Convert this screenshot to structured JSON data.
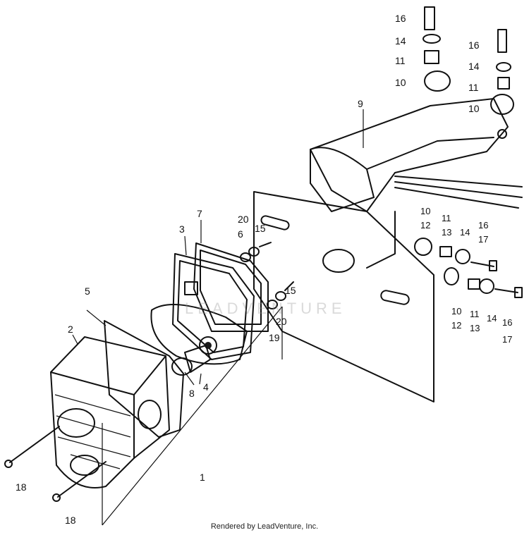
{
  "watermark": "LEADVENTURE",
  "footer": "Rendered by LeadVenture, Inc.",
  "callouts": {
    "c1": "1",
    "c2": "2",
    "c3": "3",
    "c4": "4",
    "c5": "5",
    "c6": "6",
    "c7": "7",
    "c8": "8",
    "c9": "9",
    "c10a": "10",
    "c10b": "10",
    "c10c": "10",
    "c10d": "10",
    "c11a": "11",
    "c11b": "11",
    "c11c": "11",
    "c11d": "11",
    "c12a": "12",
    "c12b": "12",
    "c13a": "13",
    "c13b": "13",
    "c14a": "14",
    "c14b": "14",
    "c14c": "14",
    "c14d": "14",
    "c15a": "15",
    "c15b": "15",
    "c16a": "16",
    "c16b": "16",
    "c16c": "16",
    "c16d": "16",
    "c17a": "17",
    "c17b": "17",
    "c18a": "18",
    "c18b": "18",
    "c19": "19",
    "c20a": "20",
    "c20b": "20"
  }
}
